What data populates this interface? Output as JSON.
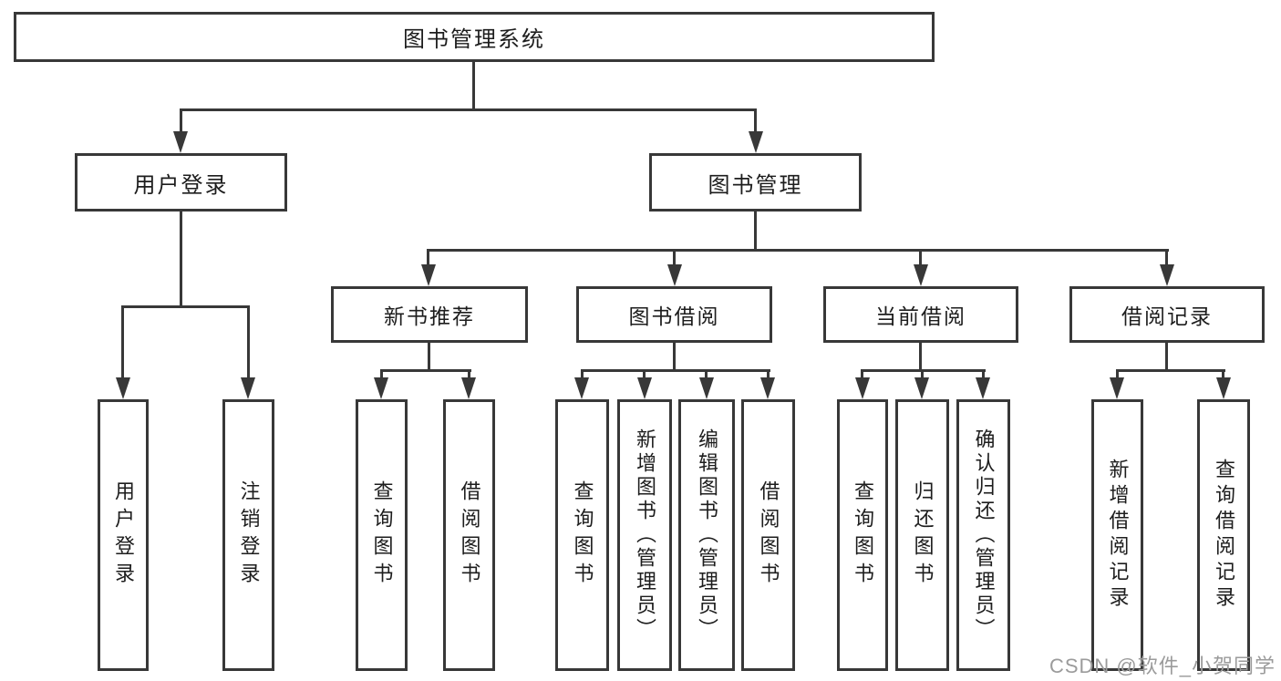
{
  "colors": {
    "line": "#383838",
    "text": "#1d1d1d",
    "background": "#ffffff",
    "watermark": "#9b9b9b"
  },
  "watermark": {
    "text": "CSDN @软件_小贺同学"
  },
  "tree": {
    "label": "图书管理系统",
    "children": [
      {
        "label": "用户登录",
        "children": [
          {
            "label": "用户登录"
          },
          {
            "label": "注销登录"
          }
        ]
      },
      {
        "label": "图书管理",
        "children": [
          {
            "label": "新书推荐",
            "children": [
              {
                "label": "查询图书"
              },
              {
                "label": "借阅图书"
              }
            ]
          },
          {
            "label": "图书借阅",
            "children": [
              {
                "label": "查询图书"
              },
              {
                "label": "新增图书（管理员）"
              },
              {
                "label": "编辑图书（管理员）"
              },
              {
                "label": "借阅图书"
              }
            ]
          },
          {
            "label": "当前借阅",
            "children": [
              {
                "label": "查询图书"
              },
              {
                "label": "归还图书"
              },
              {
                "label": "确认归还（管理员）"
              }
            ]
          },
          {
            "label": "借阅记录",
            "children": [
              {
                "label": "新增借阅记录"
              },
              {
                "label": "查询借阅记录"
              }
            ]
          }
        ]
      }
    ]
  }
}
